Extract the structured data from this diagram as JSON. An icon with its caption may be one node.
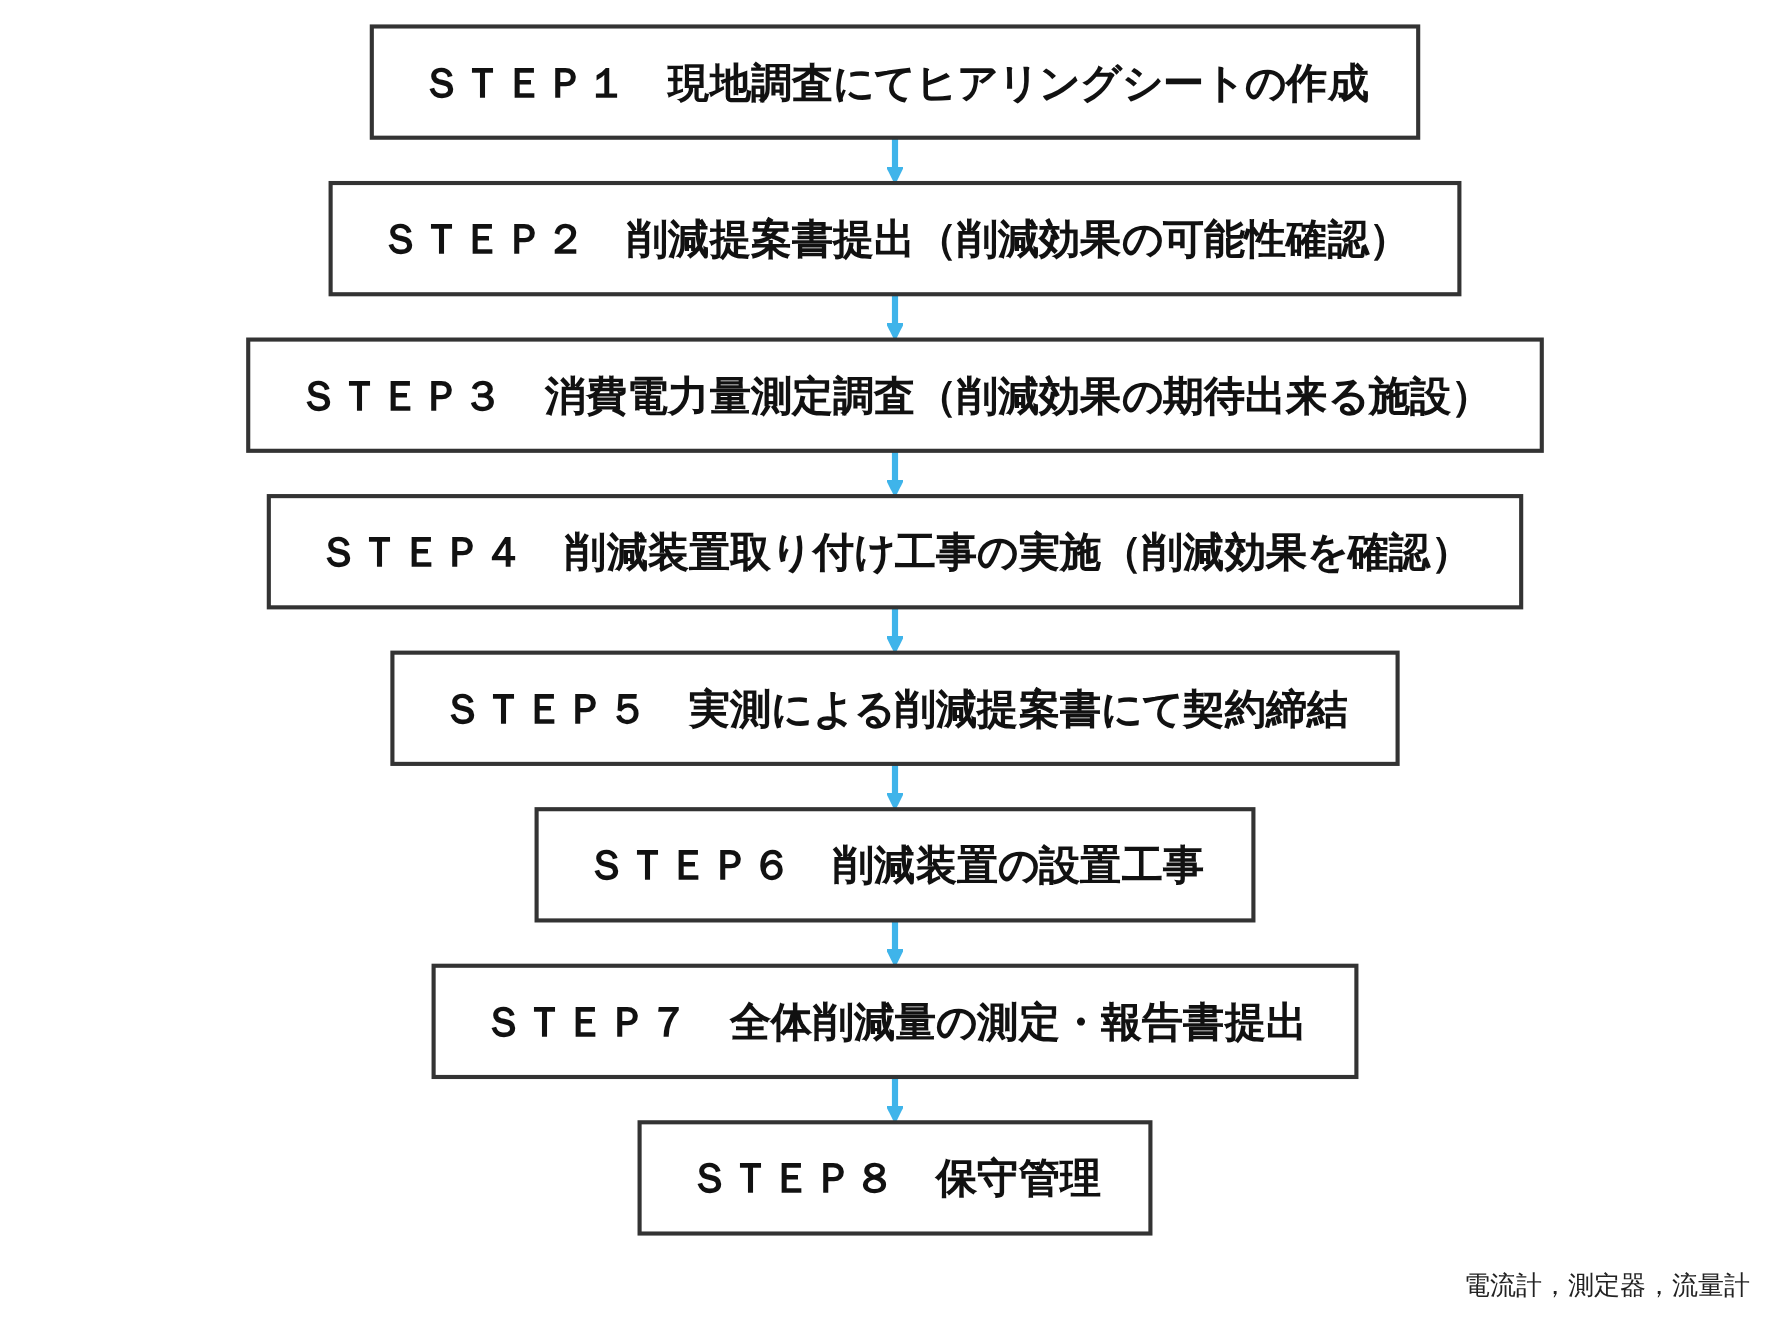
{
  "diagram": {
    "nodes": [
      {
        "text": [
          "ＳＴＥＰ１　現地調査にてヒアリングシートの作成"
        ]
      },
      {
        "text": [
          "ＳＴＥＰ２　削減提案書提出（削減効果の可能性確認）"
        ]
      },
      {
        "text": [
          "ＳＴＥＰ３　消費電力量測定調査（削減効果の期待出来る施設）"
        ]
      },
      {
        "text": [
          "ＳＴＥＰ４　削減装置取り付け工事の実施（削減効果を確認）"
        ]
      },
      {
        "text": [
          "ＳＴＥＰ５　実測による削減提案書にて契約締結"
        ]
      },
      {
        "text": [
          "ＳＴＥＰ６　削減装置の設置工事"
        ]
      },
      {
        "text": [
          "ＳＴＥＰ７　全体削減量の測定・報告書提出"
        ]
      },
      {
        "text": [
          "ＳＴＥＰ８　保守管理"
        ]
      }
    ],
    "edges": [
      {
        "from": 0,
        "to": 1,
        "arrow": "to"
      },
      {
        "from": 1,
        "to": 2,
        "arrow": "to"
      },
      {
        "from": 2,
        "to": 3,
        "arrow": "to"
      },
      {
        "from": 3,
        "to": 4,
        "arrow": "to"
      },
      {
        "from": 4,
        "to": 5,
        "arrow": "to"
      },
      {
        "from": 5,
        "to": 6,
        "arrow": "to"
      },
      {
        "from": 6,
        "to": 7,
        "arrow": "to"
      }
    ],
    "labels": [
      "電流計，測定器，流量計"
    ]
  }
}
